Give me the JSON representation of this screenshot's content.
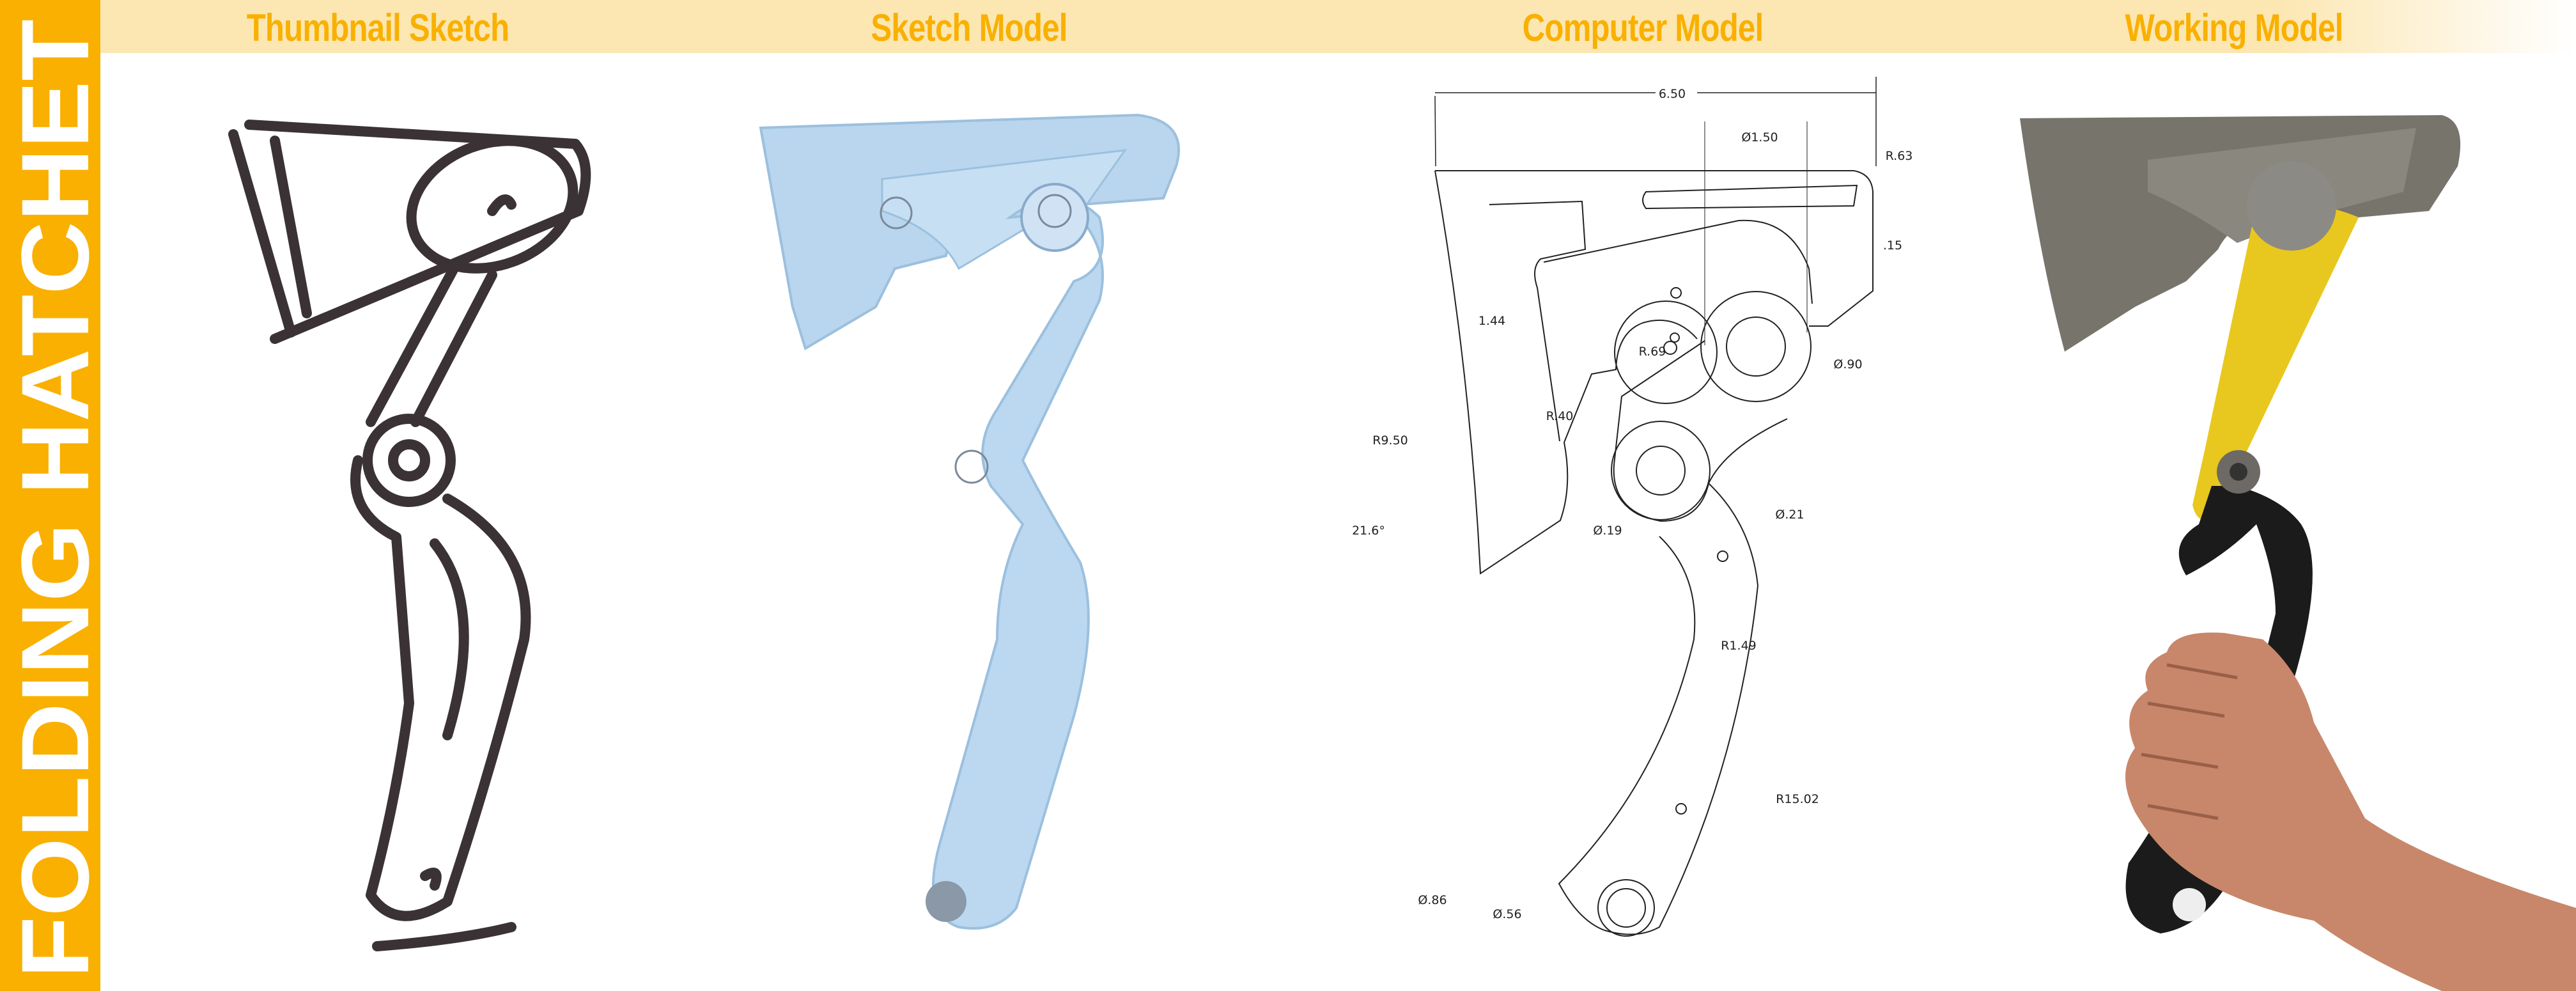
{
  "board_title": "FOLDING HATCHET",
  "panels": [
    {
      "title": "Thumbnail Sketch"
    },
    {
      "title": "Sketch Model"
    },
    {
      "title": "Computer Model"
    },
    {
      "title": "Working Model"
    }
  ],
  "computer_model": {
    "dimensions": {
      "width": "6.50",
      "pivot_dia": "Ø1.50",
      "tip_radius": "R.63",
      "slot": ".15",
      "blade_depth": "1.44",
      "eye_radius": "R.69",
      "pivot_inner": "Ø.90",
      "edge_radius": "R9.50",
      "edge_angle": "21.6°",
      "pin_hole": "Ø.19",
      "handle_radius": "R1.49",
      "bolt_radius": "R.40",
      "rivet_hole": "Ø.21",
      "grip_radius": "R15.02",
      "bushing_outer": "Ø.86",
      "bushing_inner": "Ø.56"
    }
  },
  "colors": {
    "accent": "#F9B000",
    "header_bg": "#FCE7B3",
    "foam": "#B9D6EE",
    "handle_yellow": "#E8C81E",
    "head_grey": "#77746C"
  }
}
